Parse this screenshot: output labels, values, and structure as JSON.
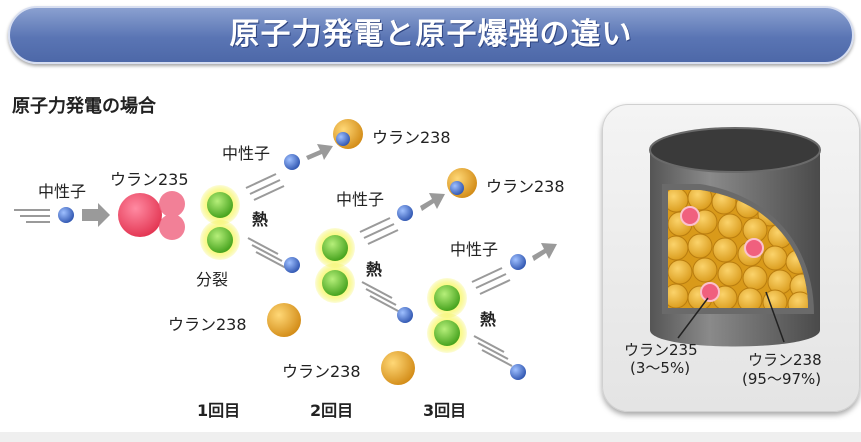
{
  "title": "原子力発電と原子爆弾の違い",
  "subtitle": "原子力発電の場合",
  "labels": {
    "neutron": "中性子",
    "uranium235": "ウラン235",
    "uranium238": "ウラン238",
    "heat": "熱",
    "fission": "分裂"
  },
  "steps": [
    "1回目",
    "2回目",
    "3回目"
  ],
  "fuel_panel": {
    "u235_label": "ウラン235",
    "u235_percent": "(3〜5%)",
    "u238_label": "ウラン238",
    "u238_percent": "(95〜97%)"
  },
  "colors": {
    "banner": "#5a75b4",
    "neutron": "#4a6fc0",
    "uranium235": "#ee4f6e",
    "uranium238": "#e8a21c",
    "fission_fragment": "#5bbf2a",
    "fission_glow": "#f4f34a",
    "arrow": "#999999"
  }
}
